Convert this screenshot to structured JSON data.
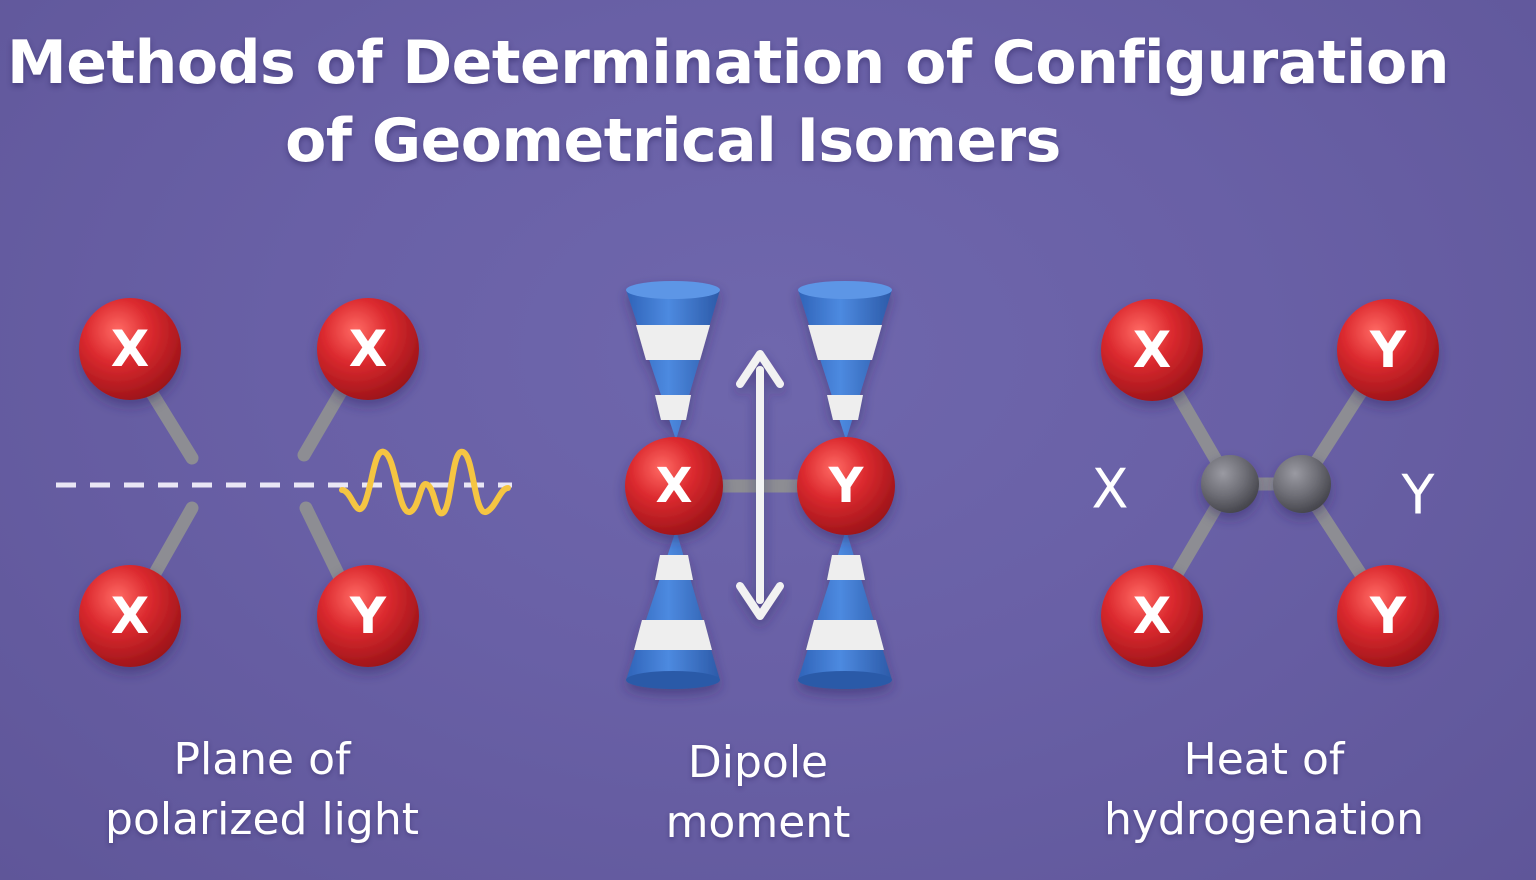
{
  "title": {
    "line1": "Methods of Determination of Configuration",
    "line2": "of Geometrical Isomers"
  },
  "colors": {
    "background": "#6960a6",
    "atom": "#d8262c",
    "bond": "#8a8a90",
    "carbon": "#6e6e76",
    "cone_blue": "#3f79cf",
    "cone_stripe": "#f2f2f2",
    "wave": "#f5c542",
    "arrow": "#f2f2f2"
  },
  "panels": {
    "left": {
      "atoms": {
        "top_left": "X",
        "top_right": "X",
        "bottom_left": "X",
        "bottom_right": "Y"
      },
      "caption": {
        "line1": "Plane of",
        "line2": "polarized light"
      }
    },
    "middle": {
      "atoms": {
        "left": "X",
        "right": "Y"
      },
      "caption": {
        "line1": "Dipole",
        "line2": "moment"
      }
    },
    "right": {
      "atoms": {
        "top_left": "X",
        "top_right": "Y",
        "bottom_left": "X",
        "bottom_right": "Y"
      },
      "side_labels": {
        "left": "X",
        "right": "Y"
      },
      "caption": {
        "line1": "Heat of",
        "line2": "hydrogenation"
      }
    }
  }
}
